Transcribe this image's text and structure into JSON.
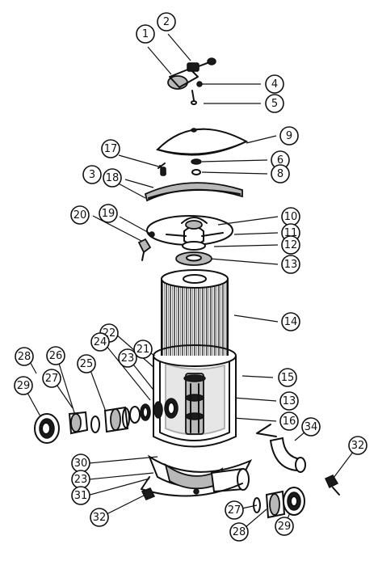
{
  "figure": {
    "description": "Exploded parts view of cartridge pool filter",
    "callouts": [
      {
        "id": "c1",
        "label": "1"
      },
      {
        "id": "c2",
        "label": "2"
      },
      {
        "id": "c4",
        "label": "4"
      },
      {
        "id": "c5",
        "label": "5"
      },
      {
        "id": "c9",
        "label": "9"
      },
      {
        "id": "c17",
        "label": "17"
      },
      {
        "id": "c6",
        "label": "6"
      },
      {
        "id": "c3",
        "label": "3"
      },
      {
        "id": "c18",
        "label": "18"
      },
      {
        "id": "c8",
        "label": "8"
      },
      {
        "id": "c10",
        "label": "10"
      },
      {
        "id": "c20",
        "label": "20"
      },
      {
        "id": "c19",
        "label": "19"
      },
      {
        "id": "c11",
        "label": "11"
      },
      {
        "id": "c12",
        "label": "12"
      },
      {
        "id": "c13a",
        "label": "13"
      },
      {
        "id": "c14",
        "label": "14"
      },
      {
        "id": "c22",
        "label": "22"
      },
      {
        "id": "c21",
        "label": "21"
      },
      {
        "id": "c24",
        "label": "24"
      },
      {
        "id": "c23a",
        "label": "23"
      },
      {
        "id": "c28a",
        "label": "28"
      },
      {
        "id": "c26",
        "label": "26"
      },
      {
        "id": "c15",
        "label": "15"
      },
      {
        "id": "c25",
        "label": "25"
      },
      {
        "id": "c27a",
        "label": "27"
      },
      {
        "id": "c29a",
        "label": "29"
      },
      {
        "id": "c13b",
        "label": "13"
      },
      {
        "id": "c16",
        "label": "16"
      },
      {
        "id": "c34",
        "label": "34"
      },
      {
        "id": "c32a",
        "label": "32"
      },
      {
        "id": "c30",
        "label": "30"
      },
      {
        "id": "c23b",
        "label": "23"
      },
      {
        "id": "c31",
        "label": "31"
      },
      {
        "id": "c32b",
        "label": "32"
      },
      {
        "id": "c27b",
        "label": "27"
      },
      {
        "id": "c29b",
        "label": "29"
      },
      {
        "id": "c28b",
        "label": "28"
      }
    ]
  }
}
